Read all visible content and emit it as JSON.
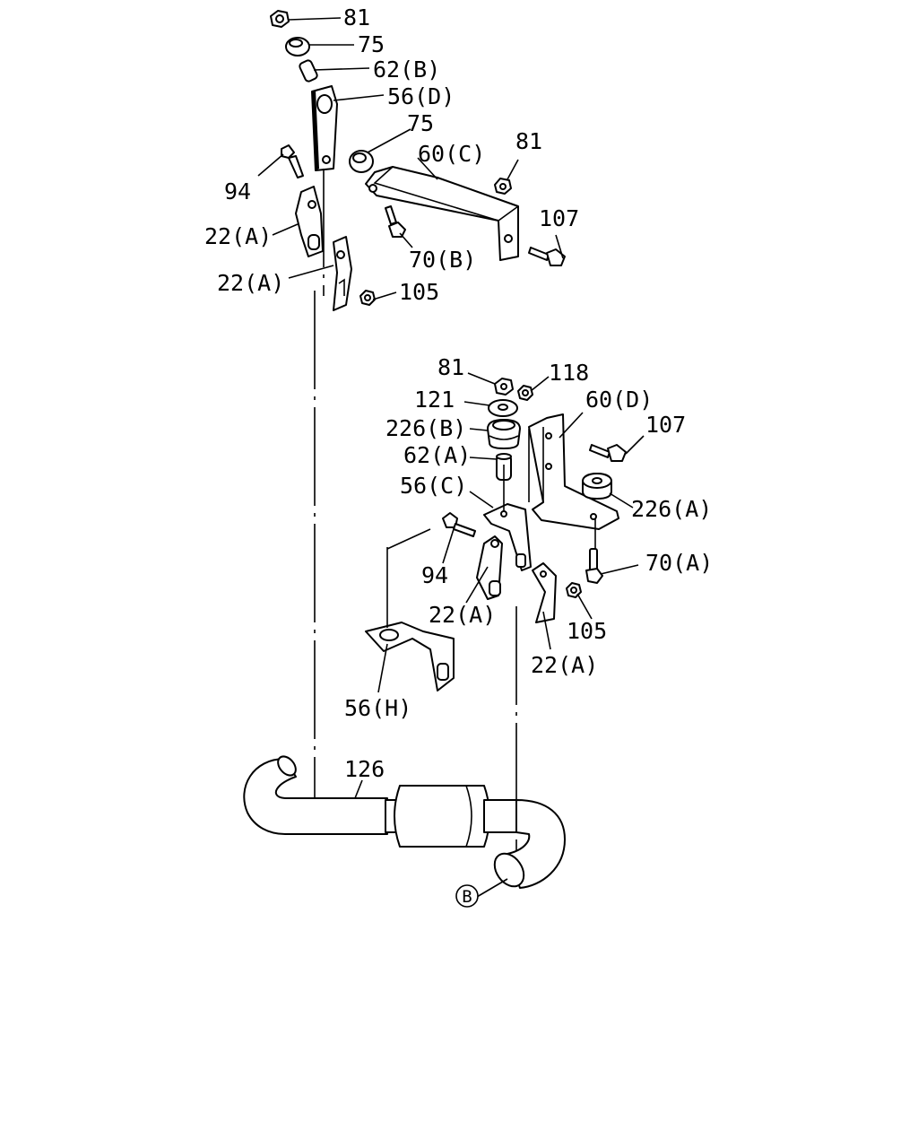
{
  "labels": {
    "l81_top": "81",
    "l75_top": "75",
    "l62b": "62(B)",
    "l56d": "56(D)",
    "l75_mid": "75",
    "l81_right": "81",
    "l60c": "60(C)",
    "l94_top": "94",
    "l107_top": "107",
    "l22a_1": "22(A)",
    "l70b": "70(B)",
    "l22a_2": "22(A)",
    "l105_top": "105",
    "l81_low": "81",
    "l118": "118",
    "l121": "121",
    "l60d": "60(D)",
    "l226b": "226(B)",
    "l107_low": "107",
    "l62a": "62(A)",
    "l56c": "56(C)",
    "l226a": "226(A)",
    "l94_low": "94",
    "l70a": "70(A)",
    "l22a_3": "22(A)",
    "l105_low": "105",
    "l22a_4": "22(A)",
    "l56h": "56(H)",
    "l126": "126",
    "lB": "B"
  }
}
